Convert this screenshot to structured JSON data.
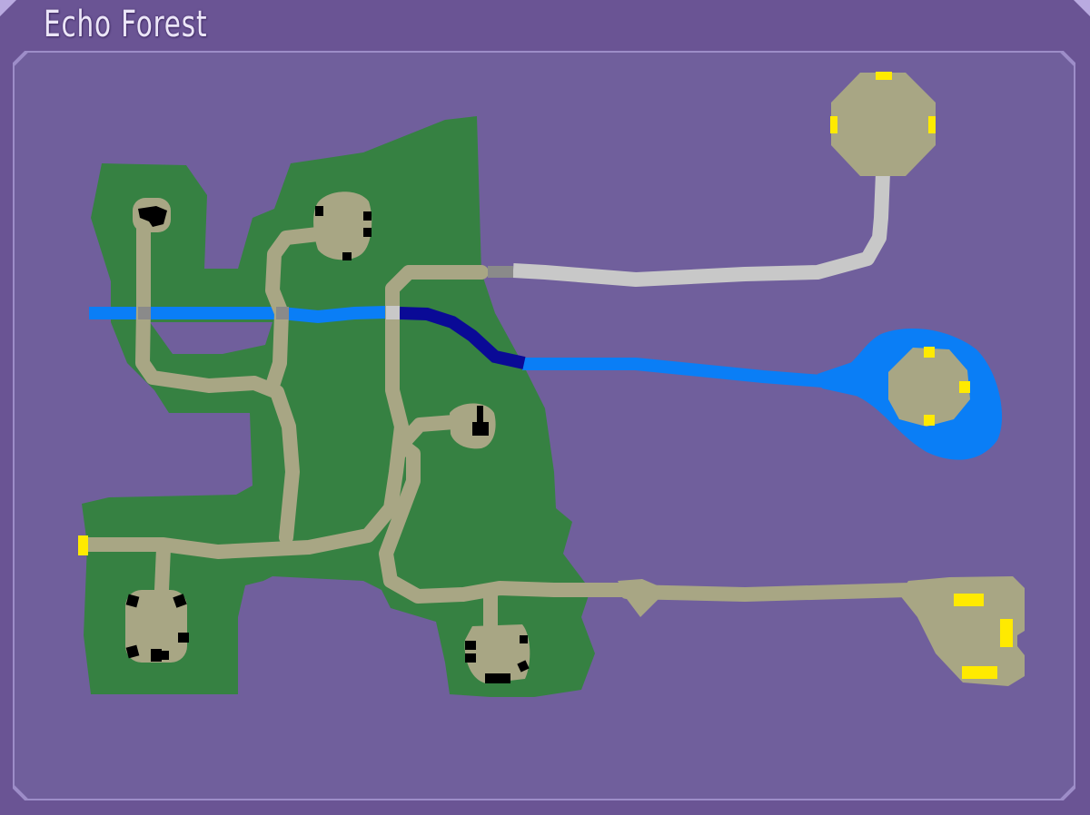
{
  "header": {
    "title": "Echo Forest"
  },
  "colors": {
    "background": "#6a5494",
    "panel": "#705f9c",
    "panel_border": "#9d8dc8",
    "forest": "#368142",
    "path": "#a8a684",
    "bridge_stone": "#c8c8c8",
    "water": "#0a7ef6",
    "deep_water": "#0a0a96",
    "exit_marker": "#ffea00",
    "building": "#000000"
  },
  "map": {
    "areas": [
      {
        "name": "northwest-clearing",
        "type": "clearing",
        "buildings": 2
      },
      {
        "name": "north-clearing",
        "type": "clearing",
        "buildings": 4
      },
      {
        "name": "east-clearing",
        "type": "clearing",
        "buildings": 1
      },
      {
        "name": "southwest-clearing",
        "type": "clearing",
        "buildings": 6
      },
      {
        "name": "south-clearing",
        "type": "clearing",
        "buildings": 5
      },
      {
        "name": "northeast-plaza",
        "type": "plaza",
        "exits": 3
      },
      {
        "name": "lake-island",
        "type": "island",
        "exits": 3
      },
      {
        "name": "southeast-field",
        "type": "field",
        "exits": 3
      }
    ],
    "west_exit": {
      "name": "west-exit",
      "exits": 1
    }
  }
}
